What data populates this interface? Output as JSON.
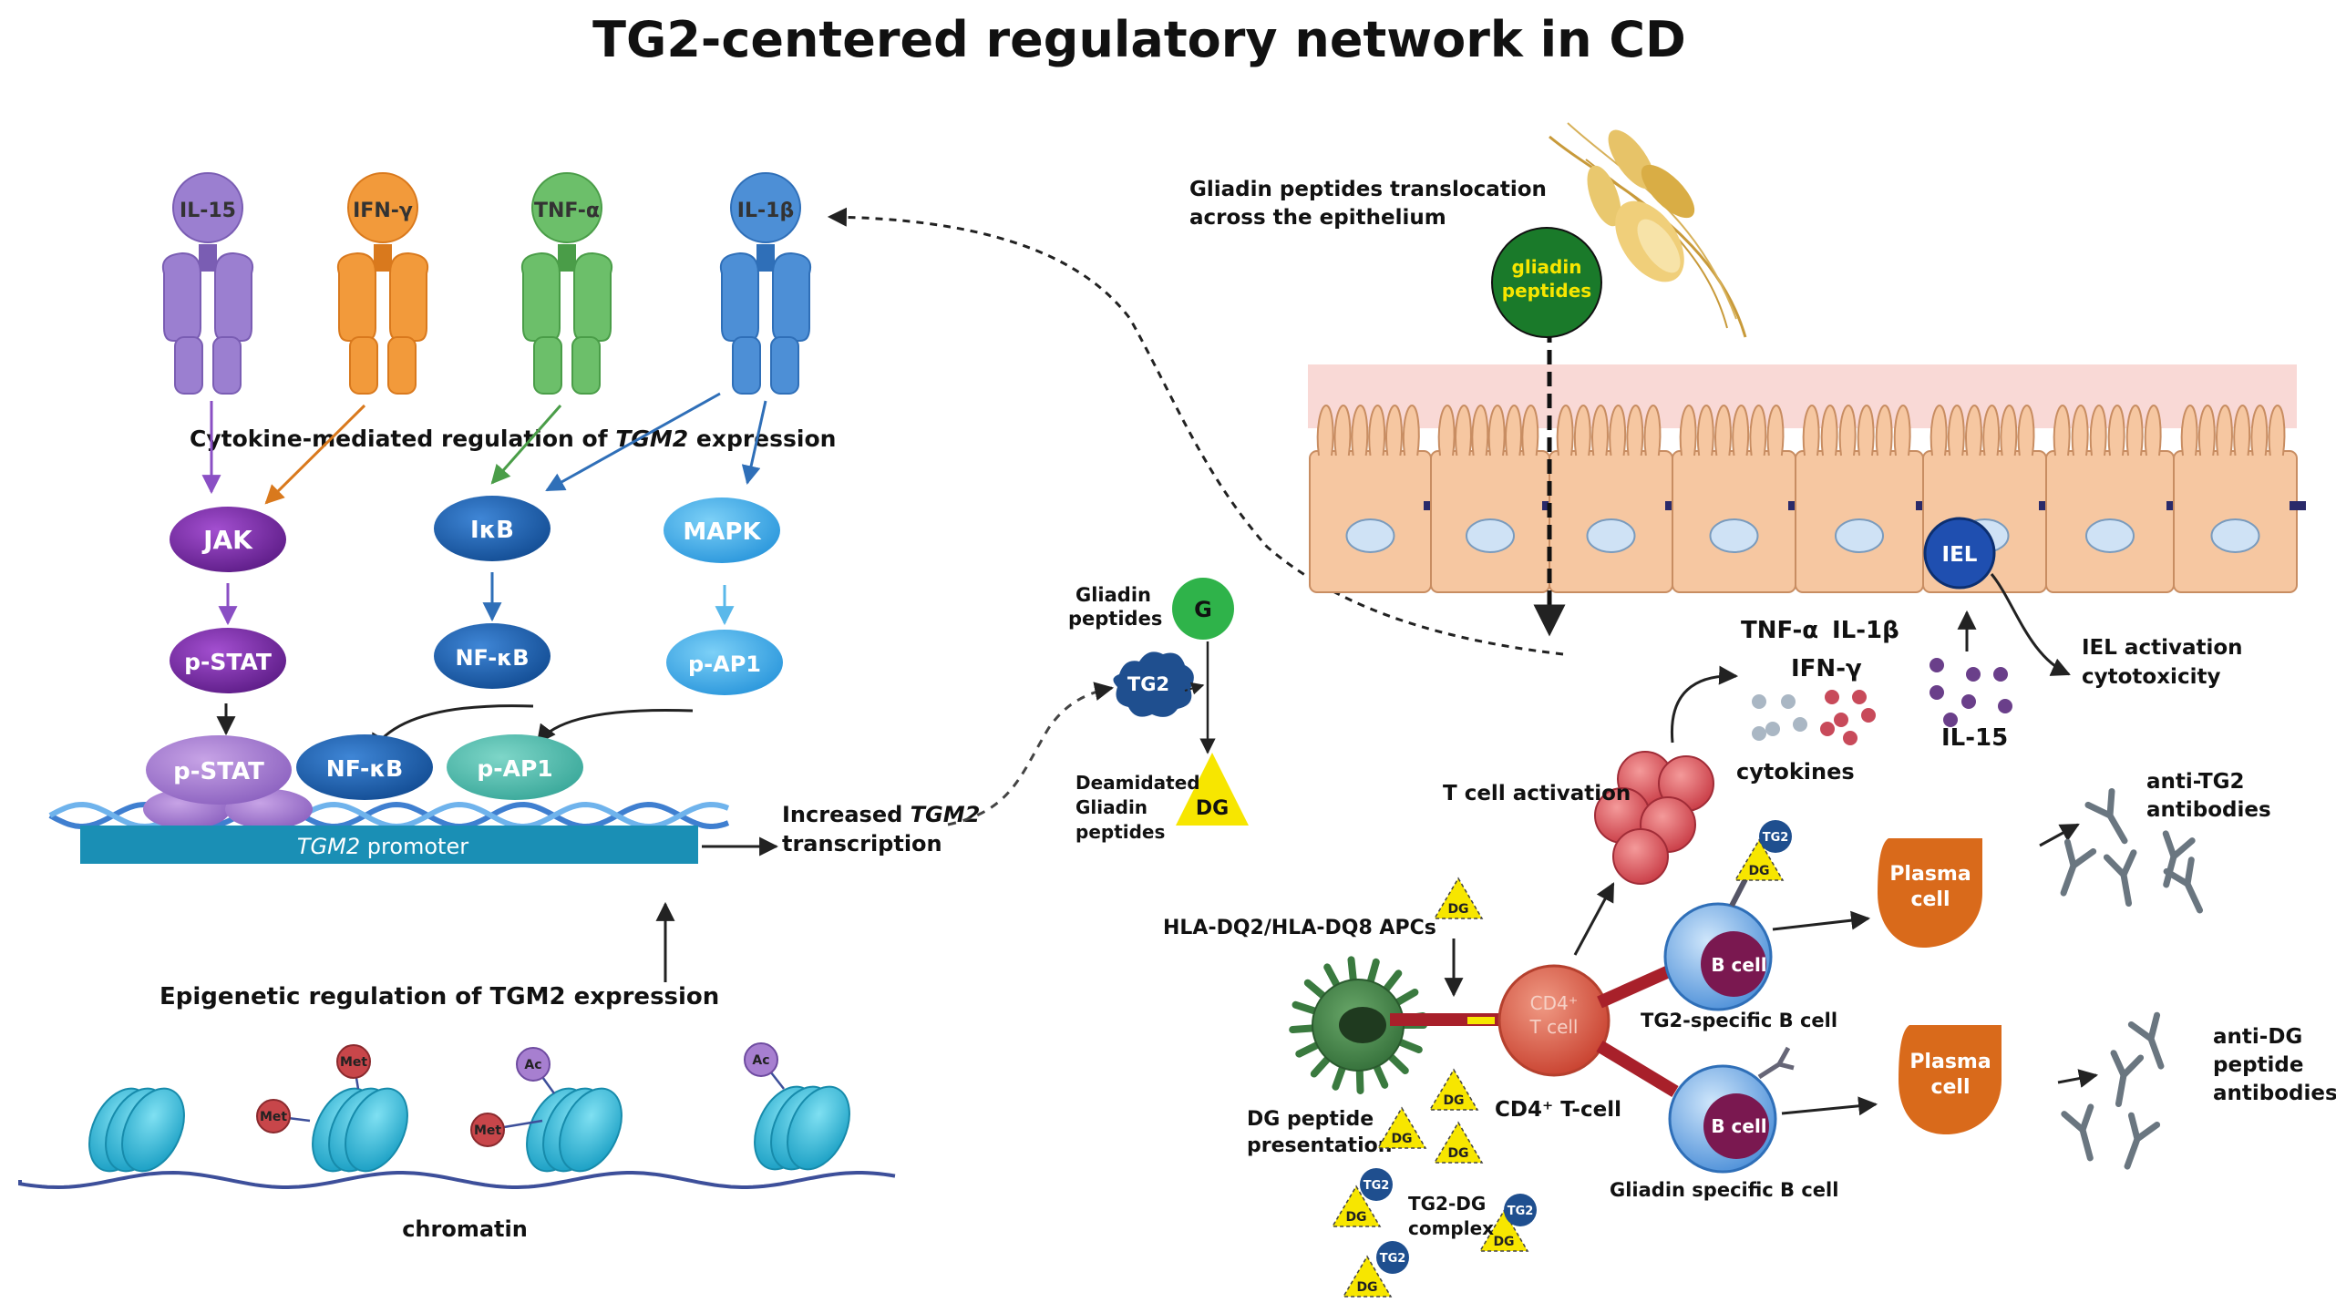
{
  "title": "TG2-centered regulatory network in CD",
  "cytokines": [
    {
      "label": "IL-15",
      "color": "#9b7fd0",
      "dark": "#7a5db3"
    },
    {
      "label": "IFN-γ",
      "color": "#f29a3b",
      "dark": "#d9791d"
    },
    {
      "label": "TNF-α",
      "color": "#6cbf6a",
      "dark": "#4a9d48"
    },
    {
      "label": "IL-1β",
      "color": "#4d8fd6",
      "dark": "#2f6fb8"
    }
  ],
  "cytokine_regulation": {
    "prefix": "Cytokine-mediated regulation of ",
    "gene": "TGM2",
    "suffix": " expression"
  },
  "signaling": {
    "jak": "JAK",
    "pstat": "p-STAT",
    "ikb": "IκB",
    "nfkb": "NF-κB",
    "mapk": "MAPK",
    "pap1": "p-AP1"
  },
  "promoter": {
    "pstat": "p-STAT",
    "nfkb": "NF-κB",
    "pap1": "p-AP1",
    "gene": "TGM2",
    "suffix": " promoter"
  },
  "increased_transcription": {
    "prefix": "Increased ",
    "gene": "TGM2",
    "line2": "transcription"
  },
  "epigenetic": {
    "label": "Epigenetic regulation of TGM2 expression",
    "met": "Met",
    "ac": "Ac",
    "chromatin": "chromatin"
  },
  "deamidation": {
    "gliadin_line1": "Gliadin",
    "gliadin_line2": "peptides",
    "g": "G",
    "tg2": "TG2",
    "dg": "DG",
    "deam_line1": "Deamidated",
    "deam_line2": "Gliadin",
    "deam_line3": "peptides"
  },
  "epithelium": {
    "translocation_line1": "Gliadin peptides translocation",
    "translocation_line2": "across the epithelium",
    "gliadin_line1": "gliadin",
    "gliadin_line2": "peptides",
    "iel": "IEL",
    "iel_activation_line1": "IEL activation",
    "iel_activation_line2": "cytotoxicity"
  },
  "immune": {
    "tnf": "TNF-α",
    "il1b": "IL-1β",
    "ifng": "IFN-γ",
    "cytokines": "cytokines",
    "il15": "IL-15",
    "tcell_activation": "T cell activation",
    "hla": "HLA-DQ2/HLA-DQ8  APCs",
    "dg_presentation_line1": "DG peptide",
    "dg_presentation_line2": "presentation",
    "cd4_short_line1": "CD4⁺",
    "cd4_short_line2": "T cell",
    "cd4_label": "CD4⁺ T-cell",
    "bcell": "B cell",
    "tg2_specific": "TG2-specific B cell",
    "gliadin_specific": "Gliadin specific B cell",
    "plasma_line1": "Plasma",
    "plasma_line2": "cell",
    "anti_tg2_line1": "anti-TG2",
    "anti_tg2_line2": "antibodies",
    "anti_dg_line1": "anti-DG",
    "anti_dg_line2": "peptide",
    "anti_dg_line3": "antibodies",
    "tg2dg_line1": "TG2-DG",
    "tg2dg_line2": "complex",
    "dg": "DG",
    "tg2": "TG2"
  },
  "colors": {
    "purple": "#7b2fa6",
    "blue_dark": "#1f5fae",
    "blue_light": "#3fa6e6",
    "promoter": "#1a8fb5",
    "orange": "#d96a1b",
    "epithelium": "#f6c7a1",
    "yellow": "#f7e600",
    "green_dark": "#1a7a2a",
    "green": "#2fb34a",
    "cd4": "#d8503c",
    "bcell": "#5aa5e8",
    "bcell_nucleus": "#7a1850"
  }
}
